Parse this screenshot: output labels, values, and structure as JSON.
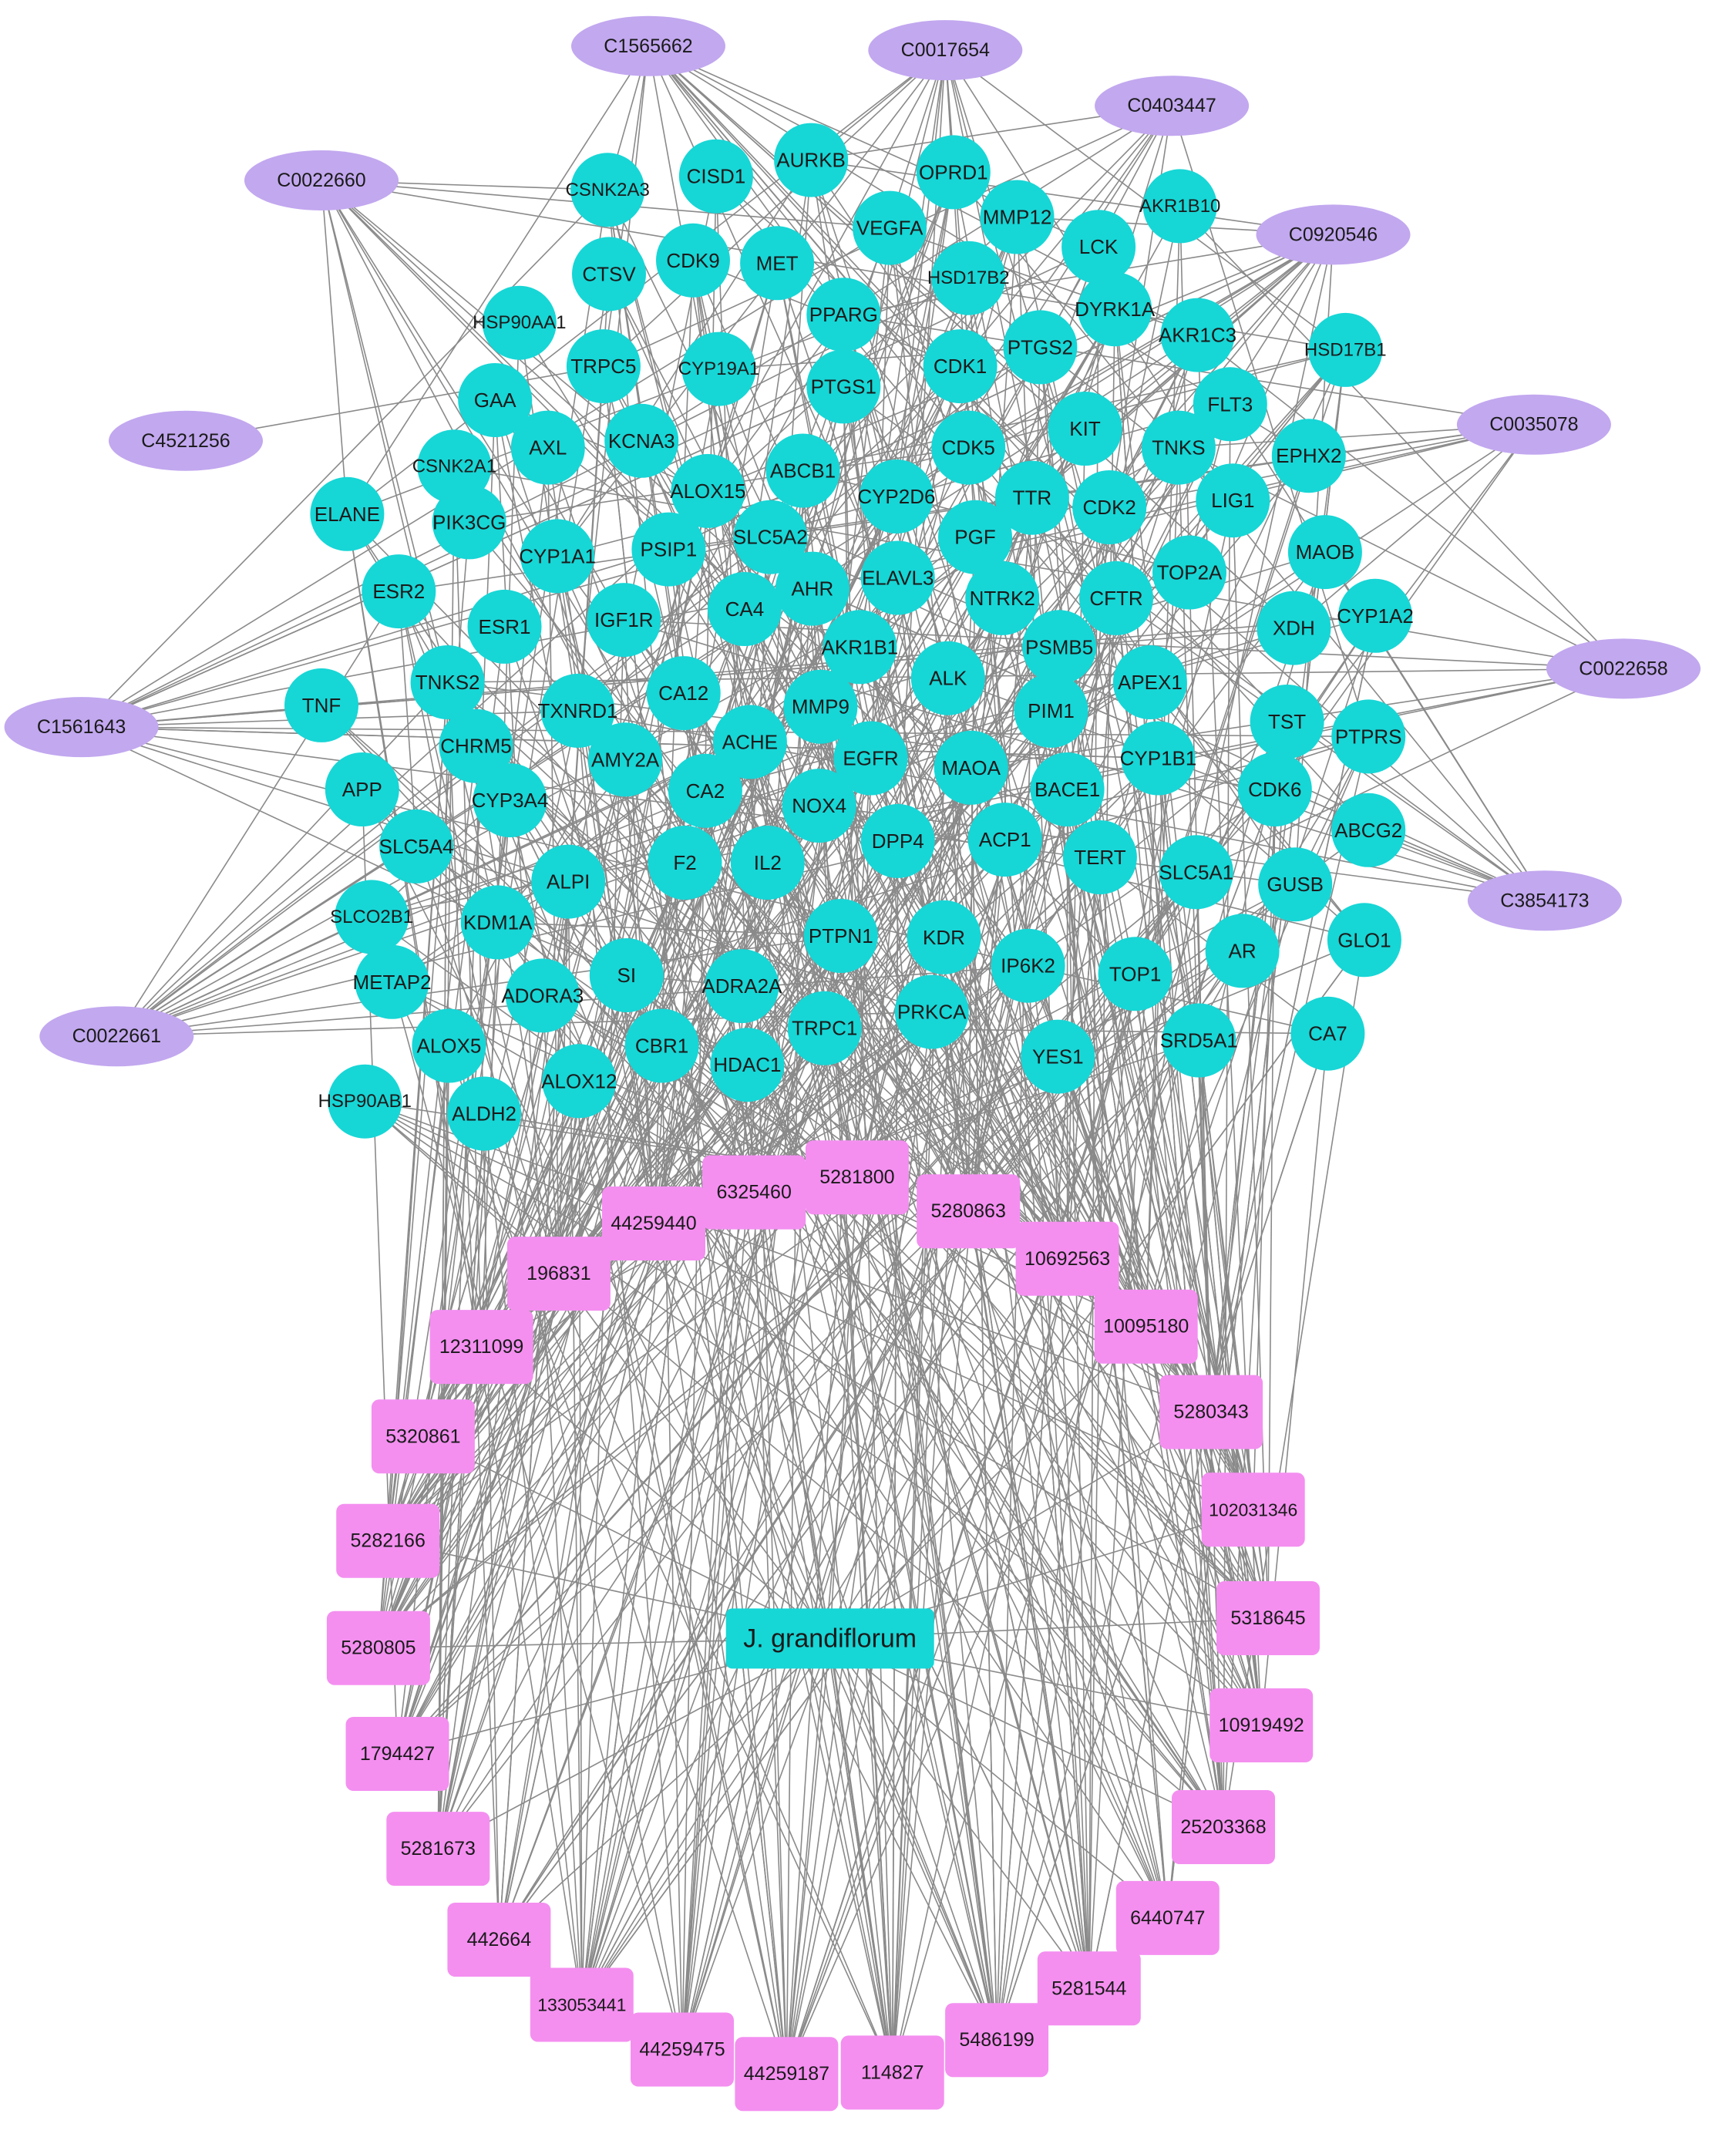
{
  "colors": {
    "disease_node": "#c2a8ef",
    "target_node": "#17d6d6",
    "compound_node": "#f48ff0",
    "herb_node": "#17d6d6",
    "edge": "#8a8a8a",
    "label": "#1a1a1a"
  },
  "herb": {
    "label": "J. grandiflorum"
  },
  "diseases": [
    "C1565662",
    "C0017654",
    "C0403447",
    "C0022660",
    "C0920546",
    "C4521256",
    "C0035078",
    "C1561643",
    "C0022658",
    "C3854173",
    "C0022661"
  ],
  "targets": [
    "AURKB",
    "OPRD1",
    "CISD1",
    "CSNK2A3",
    "MMP12",
    "AKR1B10",
    "VEGFA",
    "LCK",
    "CDK9",
    "MET",
    "CTSV",
    "HSD17B2",
    "DYRK1A",
    "HSP90AA1",
    "PPARG",
    "PTGS2",
    "AKR1C3",
    "HSD17B1",
    "TRPC5",
    "CYP19A1",
    "CDK1",
    "PTGS1",
    "GAA",
    "FLT3",
    "KIT",
    "AXL",
    "KCNA3",
    "TNKS",
    "CDK5",
    "EPHX2",
    "CSNK2A1",
    "ALOX15",
    "ABCB1",
    "TTR",
    "CYP2D6",
    "CDK2",
    "LIG1",
    "ELANE",
    "PIK3CG",
    "PGF",
    "SLC5A2",
    "CYP1A1",
    "PSIP1",
    "MAOB",
    "ESR2",
    "AHR",
    "ELAVL3",
    "TOP2A",
    "CA4",
    "NTRK2",
    "CFTR",
    "CYP1A2",
    "ESR1",
    "IGF1R",
    "XDH",
    "AKR1B1",
    "PSMB5",
    "TNKS2",
    "ALK",
    "APEX1",
    "TNF",
    "TXNRD1",
    "CA12",
    "MMP9",
    "PIM1",
    "TST",
    "CHRM5",
    "ACHE",
    "PTPRS",
    "AMY2A",
    "EGFR",
    "CYP1B1",
    "APP",
    "CYP3A4",
    "CA2",
    "MAOA",
    "BACE1",
    "CDK6",
    "NOX4",
    "ABCG2",
    "SLC5A4",
    "DPP4",
    "ACP1",
    "TERT",
    "SLC5A1",
    "F2",
    "IL2",
    "GUSB",
    "ALPI",
    "SLCO2B1",
    "KDM1A",
    "PTPN1",
    "KDR",
    "GLO1",
    "AR",
    "IP6K2",
    "SI",
    "ADRA2A",
    "TOP1",
    "METAP2",
    "ADORA3",
    "CA7",
    "PRKCA",
    "TRPC1",
    "SRD5A1",
    "CBR1",
    "ALOX5",
    "YES1",
    "HDAC1",
    "ALOX12",
    "HSP90AB1",
    "ALDH2"
  ],
  "compounds": [
    "5281800",
    "6325460",
    "5280863",
    "44259440",
    "10692563",
    "196831",
    "10095180",
    "12311099",
    "5280343",
    "5320861",
    "102031346",
    "5282166",
    "5318645",
    "5280805",
    "10919492",
    "1794427",
    "25203368",
    "5281673",
    "6440747",
    "442664",
    "5281544",
    "133053441",
    "5486199",
    "44259475",
    "44259187",
    "114827"
  ]
}
